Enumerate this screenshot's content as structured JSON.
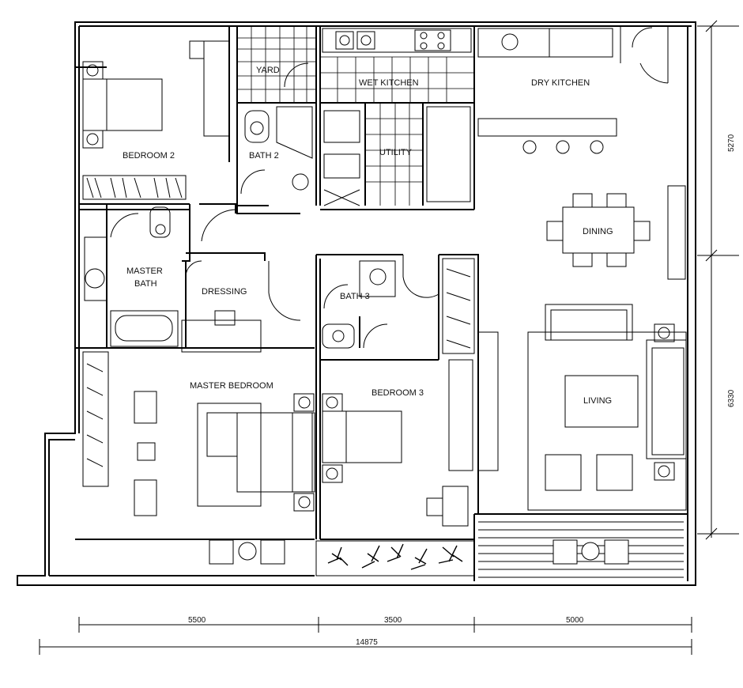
{
  "rooms": {
    "yard": "YARD",
    "wet_kitchen": "WET KITCHEN",
    "dry_kitchen": "DRY KITCHEN",
    "bedroom_2": "BEDROOM 2",
    "bath_2": "BATH 2",
    "utility": "UTILITY",
    "dining": "DINING",
    "master_bath_line1": "MASTER",
    "master_bath_line2": "BATH",
    "dressing": "DRESSING",
    "bath_3": "BATH 3",
    "living": "LIVING",
    "master_bedroom": "MASTER BEDROOM",
    "bedroom_3": "BEDROOM 3"
  },
  "dimensions": {
    "right_upper": "5270",
    "right_lower": "6330",
    "bottom_left": "5500",
    "bottom_mid": "3500",
    "bottom_right": "5000",
    "bottom_total": "14875"
  }
}
